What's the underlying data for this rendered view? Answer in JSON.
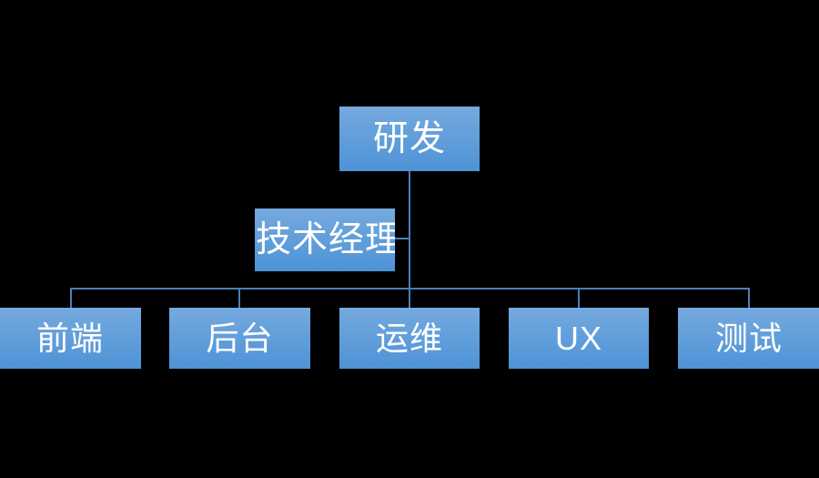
{
  "diagram": {
    "type": "organization-chart",
    "title": "",
    "background_color": "#000000",
    "node_fill_top": "#76aadf",
    "node_fill_bottom": "#4e93d6",
    "node_text_color": "#ffffff",
    "connector_color": "#4a7fb5",
    "root": {
      "label": "研发"
    },
    "assistant": {
      "label": "技术经理"
    },
    "children": [
      {
        "label": "前端"
      },
      {
        "label": "后台"
      },
      {
        "label": "运维"
      },
      {
        "label": "UX"
      },
      {
        "label": "测试"
      }
    ]
  }
}
